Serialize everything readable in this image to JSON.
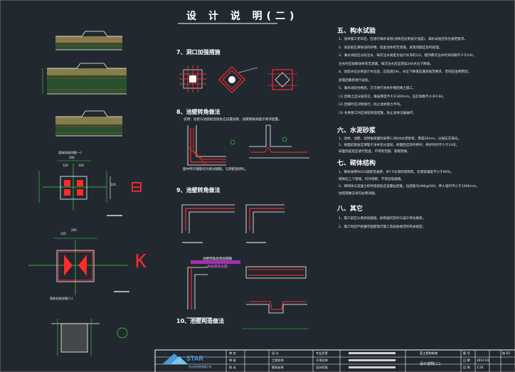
{
  "title": "设 计 说 明(二)",
  "left": {
    "captions": [
      "墙体拉结详图(一)",
      "墙体拉结详图(二)"
    ],
    "dims": [
      "200",
      "120",
      "120",
      "120",
      "120",
      "200"
    ],
    "symbols": [
      "⊟",
      "K"
    ]
  },
  "middle": {
    "s7": "7、洞口加强措施",
    "s8": "8、池壁转角做法",
    "s8_note": "说明：池壁与池底板连接处应设置加腋，加腋钢筋按图示要求配置。",
    "s8_note2": "图中所示钢筋均为附加钢筋，与原配筋绑扎。",
    "s9": "9、池壁转角做法",
    "s9_note": "池壁转角处附加钢筋",
    "s9_note2": "(根据需要设置)",
    "s10": "10、池壁构造做法"
  },
  "right": {
    "h5": "五、构水试验",
    "s5": [
      "1、池体施工完毕后，应进行满水试验(池体应达到设计强度)，满水试验应符合规范要求。",
      "2、试验前应清除池内杂物，检查池体有无渗漏，发现问题应及时处理。",
      "3、满水试验应分段注水，每次注水高度为设计水深的1/3，相邻两次注水时间间隔不少于24h，",
      "   注水时应观察池体有无渗漏，每次注水后宜测读24h水位下降值。",
      "4、试验水位达到设计水位后，应观测24h，水位下降值应满足规范要求，否则应查明原因，",
      "   处理后重新进行试验。",
      "5、满水试验合格后，方可进行池体外侧回填土施工。",
      "(1) 回填土应分层夯实，每层厚度不大于300mm，压实系数不小于0.94。",
      "(2) 回填时应对称进行，防止池体受力不均。",
      "(3) 冬季施工时应采取保温措施，防止池体冻胀破坏。"
    ],
    "h6": "六、水泥砂浆",
    "s6": [
      "1、池体、池壁、池顶板抹面均采用1:2防水水泥砂浆，厚度20mm，分层压实抹光。",
      "2、抹面前基层应清理干净并充分湿润，抹面后应及时养护，养护时间不少于14天。",
      "   抹面完成后应进行检查，不得有空鼓、裂缝现象。"
    ],
    "h7": "七、砌体结构",
    "s7": [
      "1、砌体采用MU10烧结普通砖，M7.5水泥砂浆砌筑，灰缝饱满度不小于90%。",
      "   砌体应上下错缝，内外搭砌，不得出现通缝。",
      "2、砖砌体与混凝土构件连接处应设置拉结筋，拉结筋为2Φ6@500，伸入墙内不小于1000mm。",
      "   拉结筋做法详见左侧详图。"
    ],
    "h8": "八、其它",
    "s8": [
      "1、施工前应认真阅读图纸，如有疑问及时与设计单位联系。",
      "2、施工时应严格遵守国家现行施工及验收规范的有关规定。"
    ]
  },
  "titleblock": {
    "company": "STAR",
    "company_sub": "设计研究院有限公司",
    "cells": [
      "审 定",
      "审 核",
      "校 对",
      "设 计",
      "工程名称",
      "图纸名称",
      "专业负责",
      "子项名称",
      "设计阶段"
    ],
    "drawing_name": "设计说明(二)",
    "project": "某工程构筑物",
    "fields": [
      "图 号",
      "日 期",
      "比 例",
      "结-02",
      "2012.03",
      "1:20"
    ]
  }
}
